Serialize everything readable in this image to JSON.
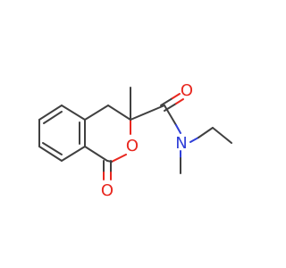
{
  "molecule": {
    "atoms": {
      "ring_oxygen": "O",
      "carbonyl_oxygen_lactone": "O",
      "carbonyl_oxygen_amide": "O",
      "amide_nitrogen": "N"
    },
    "colors": {
      "oxygen": "#e8271f",
      "nitrogen": "#2f3fd8",
      "carbon_bond": "#404040"
    }
  }
}
